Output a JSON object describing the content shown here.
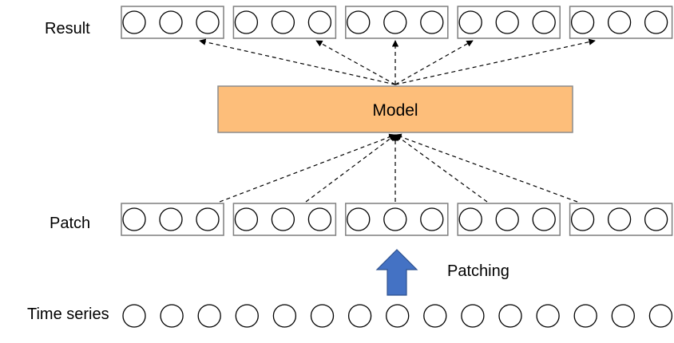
{
  "labels": {
    "result": "Result",
    "patch": "Patch",
    "time_series": "Time series",
    "model": "Model",
    "patching": "Patching"
  },
  "structure": {
    "patch_count": 5,
    "circles_per_patch": 3,
    "time_series_points": 15
  },
  "colors": {
    "model_fill": "#FDBE7A",
    "model_stroke": "#8C8C8C",
    "box_stroke": "#7F7F7F",
    "patching_arrow_fill": "#4472C4",
    "patching_arrow_stroke": "#2F528F",
    "line": "#000000"
  }
}
